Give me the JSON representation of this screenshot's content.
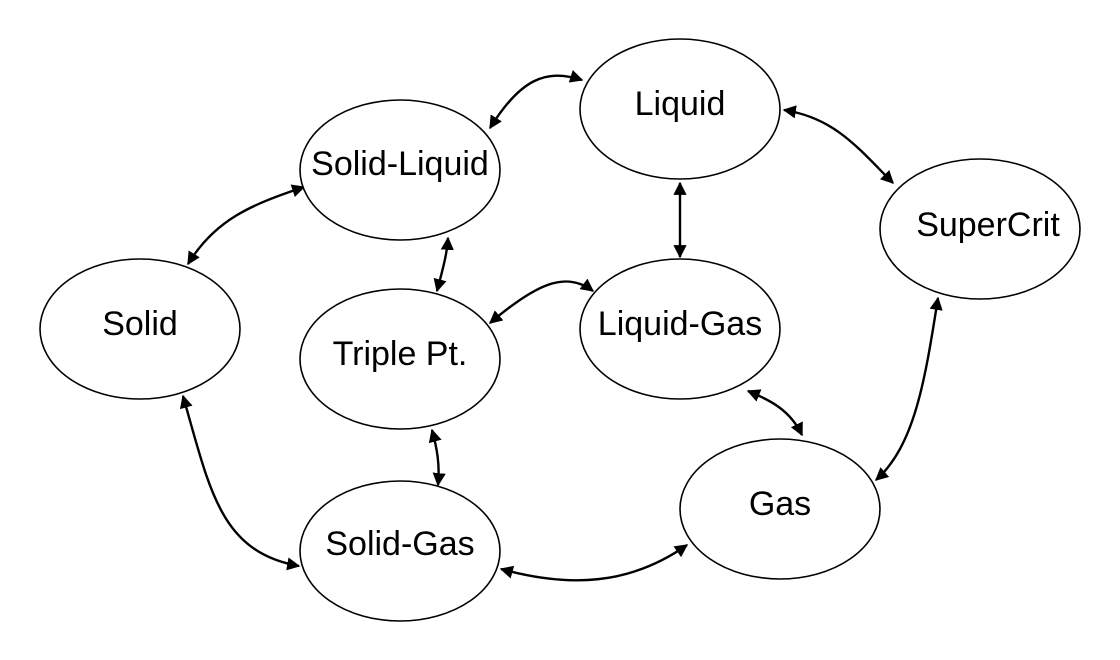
{
  "nodes": {
    "solid": "Solid",
    "solid_liquid": "Solid-Liquid",
    "liquid": "Liquid",
    "supercrit": "SuperCrit",
    "triple_pt": "Triple Pt.",
    "liquid_gas": "Liquid-Gas",
    "solid_gas": "Solid-Gas",
    "gas": "Gas"
  },
  "edges": [
    {
      "from": "Liquid",
      "to": "Solid-Liquid",
      "direction": "both"
    },
    {
      "from": "Liquid",
      "to": "SuperCrit",
      "direction": "both"
    },
    {
      "from": "Solid",
      "to": "Solid-Liquid",
      "direction": "both"
    },
    {
      "from": "Solid-Liquid",
      "to": "Triple Pt.",
      "direction": "both"
    },
    {
      "from": "Liquid",
      "to": "Liquid-Gas",
      "direction": "both"
    },
    {
      "from": "Liquid-Gas",
      "to": "Triple Pt.",
      "direction": "both"
    },
    {
      "from": "Solid",
      "to": "Solid-Gas",
      "direction": "both"
    },
    {
      "from": "Triple Pt.",
      "to": "Solid-Gas",
      "direction": "both"
    },
    {
      "from": "Solid-Gas",
      "to": "Gas",
      "direction": "both"
    },
    {
      "from": "Liquid-Gas",
      "to": "Gas",
      "direction": "both"
    },
    {
      "from": "SuperCrit",
      "to": "Gas",
      "direction": "both"
    }
  ],
  "colors": {
    "stroke": "#000000",
    "node_fill": "#ffffff",
    "background": "#ffffff"
  }
}
